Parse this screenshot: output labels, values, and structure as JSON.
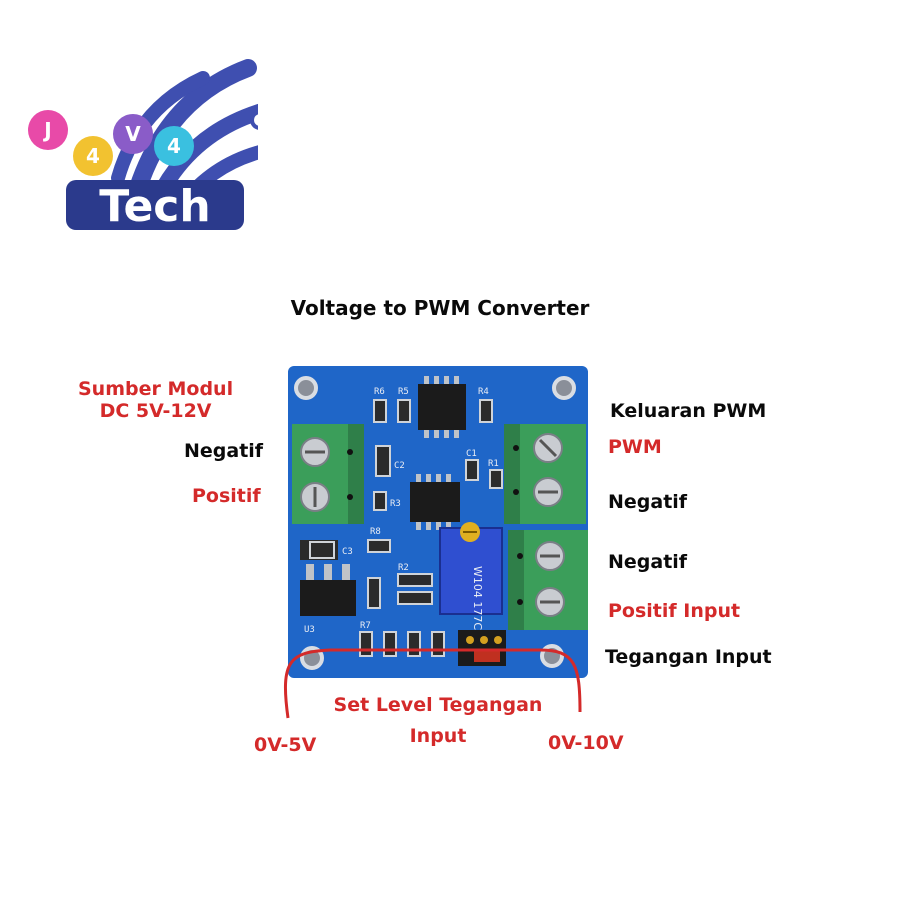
{
  "logo": {
    "letters": [
      "J",
      "4",
      "V",
      "4"
    ],
    "word": "Tech",
    "colors": {
      "j": "#e84aa8",
      "four1": "#f2c230",
      "v": "#8a5cc8",
      "four2": "#3ac0e0",
      "hand": "#3f4fb0",
      "word": "#2b3a8c"
    }
  },
  "title": "Voltage to PWM Converter",
  "labels": {
    "power_source": [
      "Sumber Modul",
      "DC 5V-12V"
    ],
    "power_neg": "Negatif",
    "power_pos": "Positif",
    "output_header": "Keluaran PWM",
    "output_pwm": "PWM",
    "output_neg": "Negatif",
    "input_neg": "Negatif",
    "input_pos": "Positif Input",
    "input_voltage": "Tegangan Input",
    "set_level": [
      "Set Level Tegangan",
      "Input"
    ],
    "range_low": "0V-5V",
    "range_high": "0V-10V"
  },
  "board": {
    "silkscreen": [
      "R6",
      "R5",
      "R4",
      "C1",
      "C2",
      "R3",
      "R1",
      "R8",
      "R2",
      "R7",
      "C3",
      "U3"
    ],
    "trimmer_text": "W104 177C",
    "colors": {
      "pcb": "#1f66c8",
      "terminal": "#3b9e5a",
      "arc": "#d42a2a"
    }
  }
}
